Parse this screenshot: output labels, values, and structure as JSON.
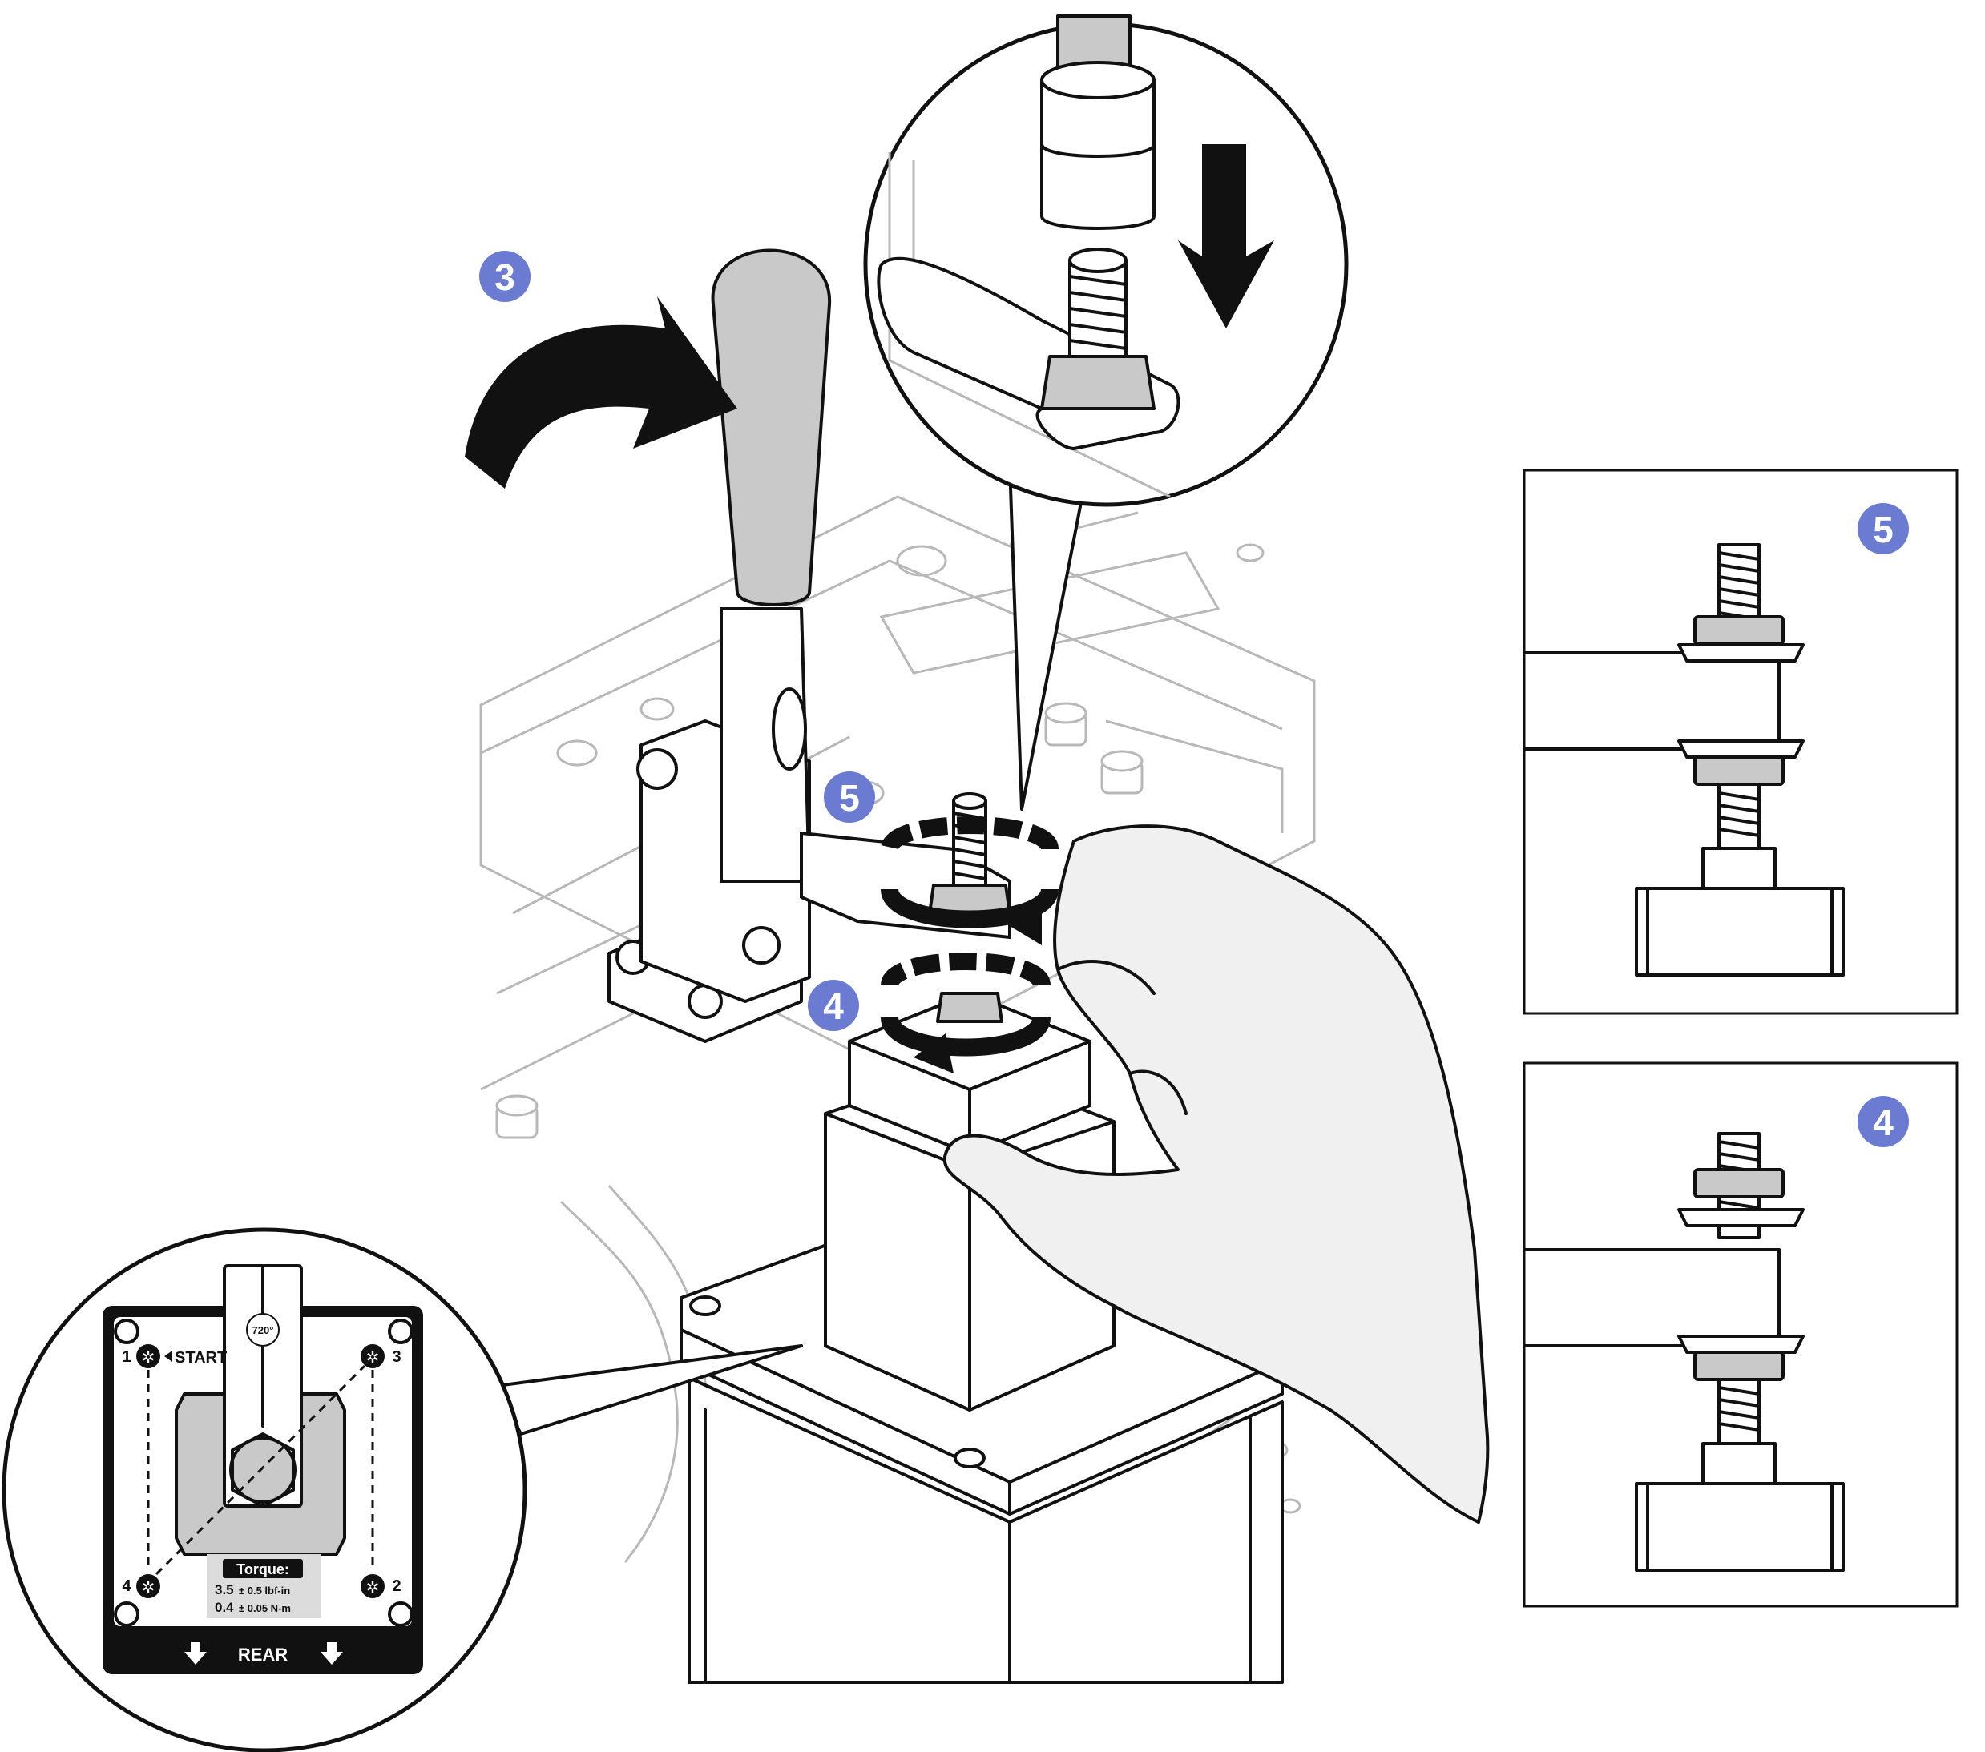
{
  "colors": {
    "step_badge": "#6a7bd1",
    "handle_grey": "#c9c9c9",
    "glove": "#f0f0f0",
    "outline": "#111111"
  },
  "steps": {
    "three": "3",
    "five": "5",
    "four": "4",
    "panel_top": "5",
    "panel_bottom": "4"
  },
  "label_plate": {
    "start_label": "START",
    "rotation": "720°",
    "torque_title": "Torque:",
    "torque_imperial_value": "3.5",
    "torque_imperial_tol": "± 0.5 lbf-in",
    "torque_metric_value": "0.4",
    "torque_metric_tol": "± 0.05 N-m",
    "rear_label": "REAR",
    "corners": [
      "1",
      "2",
      "3",
      "4"
    ]
  },
  "icons": [
    "rotate-arrow-icon",
    "down-arrow-icon",
    "star-screw-icon"
  ]
}
